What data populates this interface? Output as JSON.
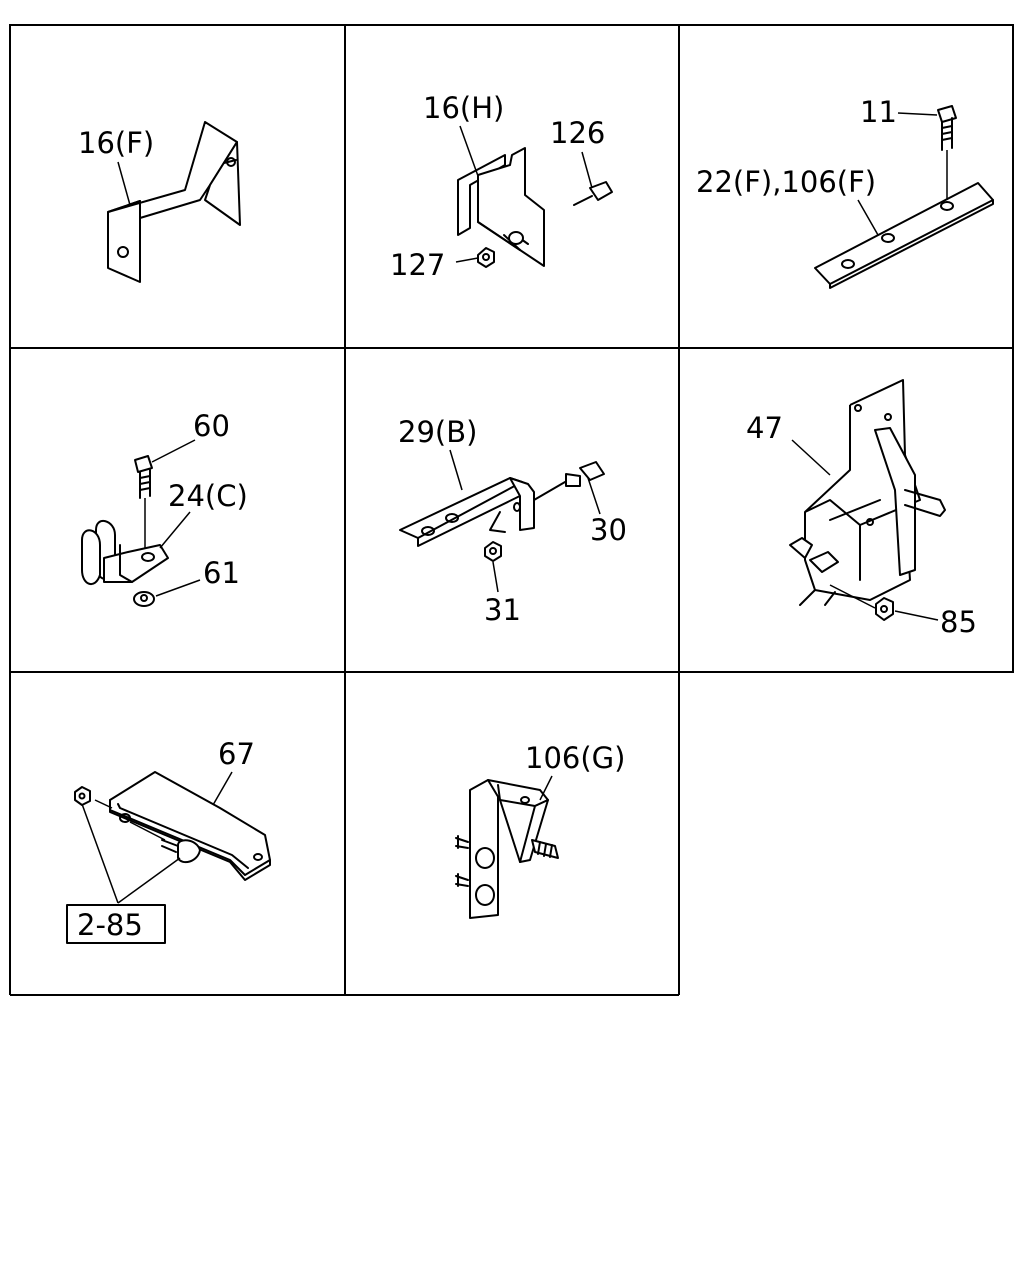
{
  "panels": [
    {
      "id": "p1",
      "labels": [
        "16(F)"
      ]
    },
    {
      "id": "p2",
      "labels": [
        "16(H)",
        "126",
        "127"
      ]
    },
    {
      "id": "p3",
      "labels": [
        "11",
        "22(F),106(F)"
      ]
    },
    {
      "id": "p4",
      "labels": [
        "60",
        "24(C)",
        "61"
      ]
    },
    {
      "id": "p5",
      "labels": [
        "29(B)",
        "30",
        "31"
      ]
    },
    {
      "id": "p6",
      "labels": [
        "47",
        "85"
      ]
    },
    {
      "id": "p7",
      "labels": [
        "67",
        "2-85"
      ]
    },
    {
      "id": "p8",
      "labels": [
        "106(G)"
      ]
    }
  ]
}
